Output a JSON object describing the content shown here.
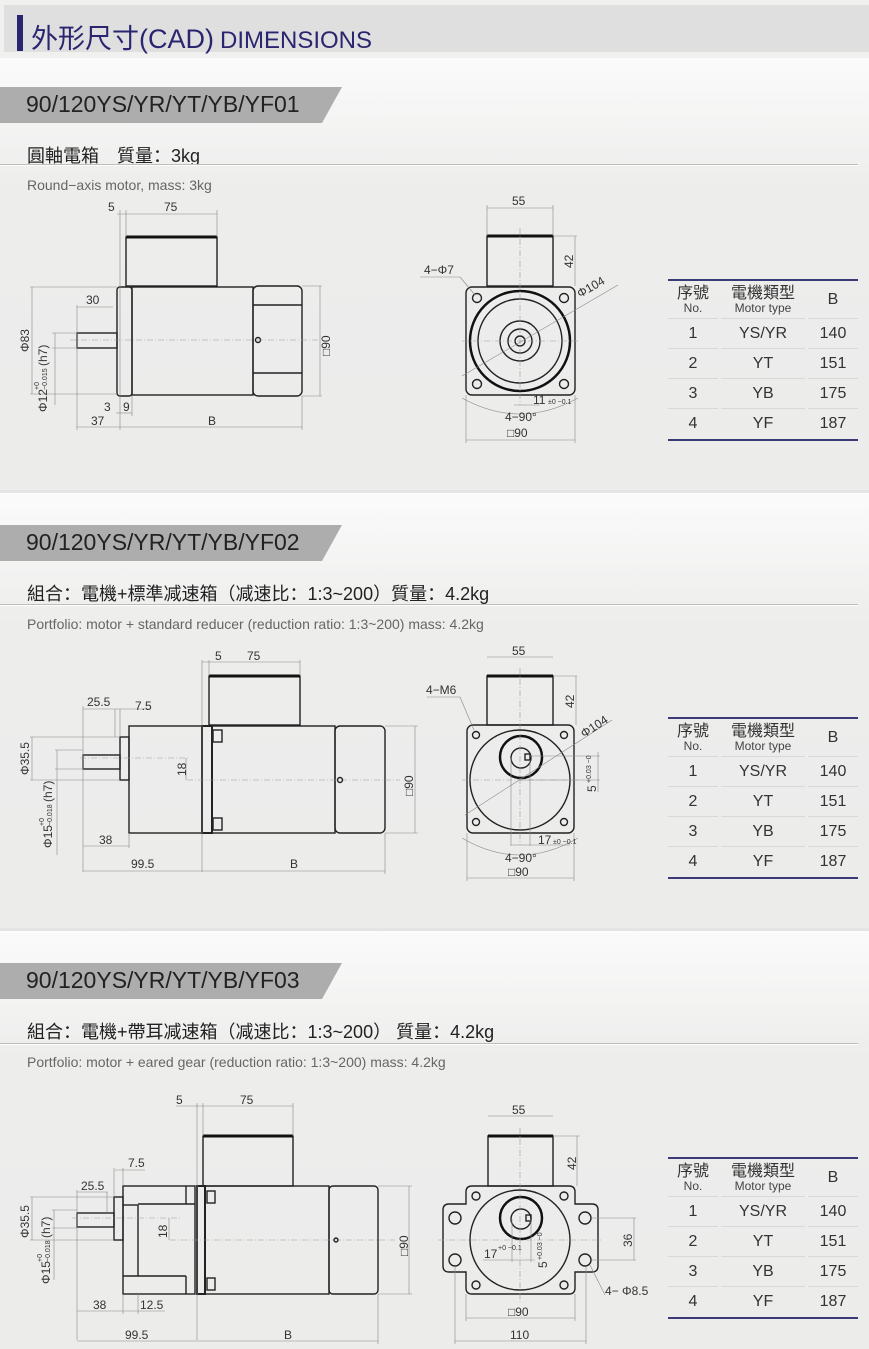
{
  "header": {
    "title_zh": "外形尺寸(CAD)",
    "title_en": "DIMENSIONS",
    "accent": "#2a2570"
  },
  "sections": [
    {
      "model": "90/120YS/YR/YT/YB/YF01",
      "desc_zh": "圓軸電箱　質量：3kg",
      "desc_en": "Round−axis motor, mass: 3kg",
      "dims": {
        "d5": "5",
        "d75": "75",
        "d30": "30",
        "phi83": "Φ83",
        "phi12": "Φ12",
        "phi12_tol_up": "+0",
        "phi12_tol_dn": "−0.015",
        "h7": "(h7)",
        "d3": "3",
        "d9": "9",
        "d37": "37",
        "B": "B",
        "sq90_side": "□90",
        "d55": "55",
        "d42": "42",
        "holes": "4−Φ7",
        "phi104": "Φ104",
        "key": "11",
        "key_tol": "±0 −0.1",
        "angle": "4−90°",
        "sq90": "□90"
      }
    },
    {
      "model": "90/120YS/YR/YT/YB/YF02",
      "desc_zh": "組合：電機+標準减速箱（减速比：1:3~200）質量：4.2kg",
      "desc_en": "Portfolio: motor + standard reducer (reduction ratio: 1:3~200) mass: 4.2kg",
      "dims": {
        "d5": "5",
        "d75": "75",
        "d25_5": "25.5",
        "d7_5": "7.5",
        "phi35_5": "Φ35.5",
        "phi15": "Φ15",
        "phi15_tol_up": "+0",
        "phi15_tol_dn": "−0.018",
        "h7": "(h7)",
        "d18": "18",
        "d38": "38",
        "d99_5": "99.5",
        "B": "B",
        "sq90_side": "□90",
        "d55": "55",
        "d42": "42",
        "holes": "4−M6",
        "phi104": "Φ104",
        "key5": "5",
        "key5_tol": "+0.03 −0",
        "key17": "17",
        "key17_tol": "±0 −0.1",
        "angle": "4−90°",
        "sq90": "□90"
      }
    },
    {
      "model": "90/120YS/YR/YT/YB/YF03",
      "desc_zh": "組合：電機+帶耳减速箱（减速比：1:3~200） 質量：4.2kg",
      "desc_en": "Portfolio: motor + eared gear (reduction ratio: 1:3~200) mass: 4.2kg",
      "dims": {
        "d5": "5",
        "d75": "75",
        "d7_5": "7.5",
        "d25_5": "25.5",
        "phi35_5": "Φ35.5",
        "phi15": "Φ15",
        "phi15_tol_up": "+0",
        "phi15_tol_dn": "−0.018",
        "h7": "(h7)",
        "d18": "18",
        "d38": "38",
        "d12_5": "12.5",
        "d99_5": "99.5",
        "B": "B",
        "sq90_side": "□90",
        "d55": "55",
        "d42": "42",
        "d36": "36",
        "holes": "4− Φ8.5",
        "key17": "17",
        "key17_tol": "+0 −0.1",
        "key5": "5",
        "key5_tol": "+0.03 −0",
        "sq90": "□90",
        "d110": "110"
      }
    }
  ],
  "table": {
    "headers": {
      "no_zh": "序號",
      "no_en": "No.",
      "type_zh": "電機類型",
      "type_en": "Motor type",
      "b": "B"
    },
    "rows": [
      {
        "no": "1",
        "type": "YS/YR",
        "b": "140"
      },
      {
        "no": "2",
        "type": "YT",
        "b": "151"
      },
      {
        "no": "3",
        "type": "YB",
        "b": "175"
      },
      {
        "no": "4",
        "type": "YF",
        "b": "187"
      }
    ],
    "rule_color": "#3b3a78"
  }
}
